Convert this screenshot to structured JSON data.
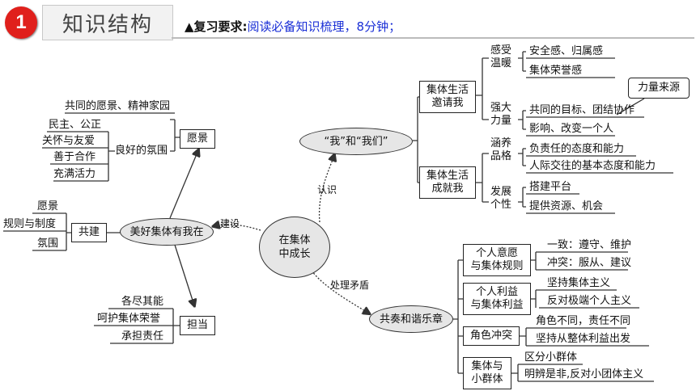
{
  "header": {
    "badge_number": "1",
    "title": "知识结构",
    "requirement_prefix": "▲复习要求:",
    "requirement_text": "阅读必备知识梳理，8分钟；"
  },
  "center": "在集体\n中成长",
  "edges": {
    "recognize": "认识",
    "build": "建设",
    "handle": "处理矛盾"
  },
  "we_node": "“我”和“我们”",
  "invite": {
    "box": "集体生活\n邀请我",
    "warm": "感受\n温暖",
    "warm_items": [
      "安全感、归属感",
      "集体荣誉感"
    ],
    "strength": "强大\n力量",
    "strength_items": [
      "共同的目标、团结协作",
      "影响、改变一个人"
    ],
    "strength_source": "力量来源"
  },
  "achieve": {
    "box": "集体生活\n成就我",
    "cultivate": "涵养\n品格",
    "cultivate_items": [
      "负责任的态度和能力",
      "人际交往的基本态度和能力"
    ],
    "develop": "发展\n个性",
    "develop_items": [
      "搭建平台",
      "提供资源、机会"
    ]
  },
  "beautiful": {
    "oval": "美好集体有我在",
    "vision_box": "愿景",
    "vision_item": "共同的愿景、精神家园",
    "atmosphere": "良好的氛围",
    "atmosphere_items": [
      "民主、公正",
      "关怀与友爱",
      "善于合作",
      "充满活力"
    ],
    "build_box": "共建",
    "build_items": [
      "愿景",
      "规则与制度",
      "氛围"
    ],
    "duty_box": "担当",
    "duty_items": [
      "各尽其能",
      "呵护集体荣誉",
      "承担责任"
    ]
  },
  "harmony": {
    "oval": "共奏和谐乐章",
    "g1": {
      "box": "个人意愿\n与集体规则",
      "items": [
        "一致：遵守、维护",
        "冲突：服从、建议"
      ]
    },
    "g2": {
      "box": "个人利益\n与集体利益",
      "items": [
        "坚持集体主义",
        "反对极端个人主义"
      ]
    },
    "g3": {
      "box": "角色冲突",
      "items": [
        "角色不同，责任不同",
        "坚持从整体利益出发"
      ]
    },
    "g4": {
      "box": "集体与\n小群体",
      "items": [
        "区分小群体",
        "明辨是非,反对小团体主义"
      ]
    }
  },
  "colors": {
    "badge": "#e0201c",
    "requirement_blue": "#1a2fd6",
    "oval_fill": "#e6e6e6"
  }
}
